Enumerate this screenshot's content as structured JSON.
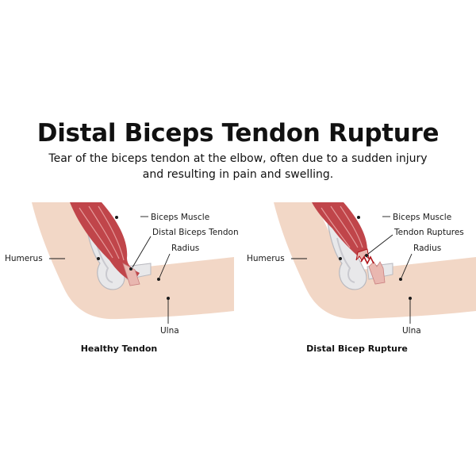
{
  "title": "Distal Biceps Tendon Rupture",
  "subtitle_line1": "Tear of the biceps tendon at the elbow, often due to a sudden injury",
  "subtitle_line2": "and resulting in pain and swelling.",
  "panels": [
    {
      "labels": {
        "muscle": "Biceps Muscle",
        "tendon": "Distal Biceps Tendon",
        "radius": "Radius",
        "humerus": "Humerus",
        "ulna": "Ulna"
      },
      "caption": "Healthy Tendon"
    },
    {
      "labels": {
        "muscle": "Biceps Muscle",
        "tendon": "Tendon Ruptures",
        "radius": "Radius",
        "humerus": "Humerus",
        "ulna": "Ulna"
      },
      "caption": "Distal Bicep Rupture"
    }
  ],
  "colors": {
    "skin": "#f2d7c6",
    "muscle": "#c0454a",
    "muscle_light": "#e59a9a",
    "bone": "#e8e8ea",
    "tear": "#b0161c"
  }
}
